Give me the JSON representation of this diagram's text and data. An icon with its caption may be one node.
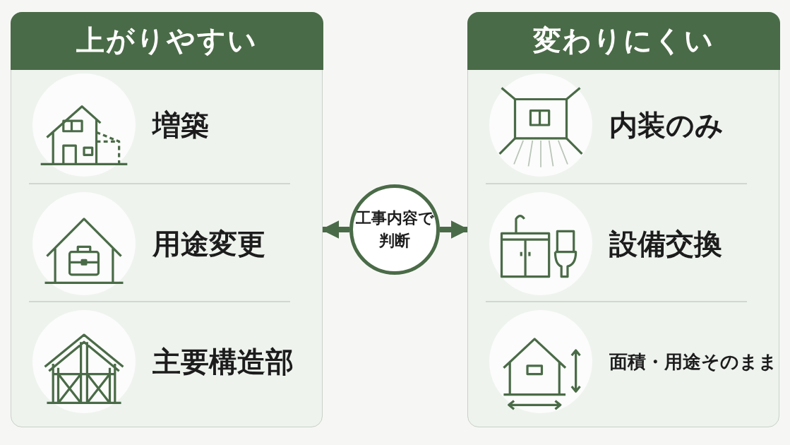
{
  "diagram": {
    "nodes": [
      {
        "text": [
          "上がりやすい"
        ]
      },
      {
        "text": [
          "増築"
        ],
        "in": 0
      },
      {
        "text": [
          "用途変更"
        ],
        "in": 0
      },
      {
        "text": [
          "主要構造部"
        ],
        "in": 0
      },
      {
        "text": [
          "変わりにくい"
        ]
      },
      {
        "text": [
          "内装のみ"
        ],
        "in": 4
      },
      {
        "text": [
          "設備交換"
        ],
        "in": 4
      },
      {
        "text": [
          "面積・用途そのまま"
        ],
        "in": 4
      },
      {
        "text": [
          "工事内容で判断"
        ]
      }
    ],
    "edges": [
      {
        "from": 8,
        "to": 0,
        "arrow": "to"
      },
      {
        "from": 8,
        "to": 4,
        "arrow": "to"
      }
    ]
  }
}
